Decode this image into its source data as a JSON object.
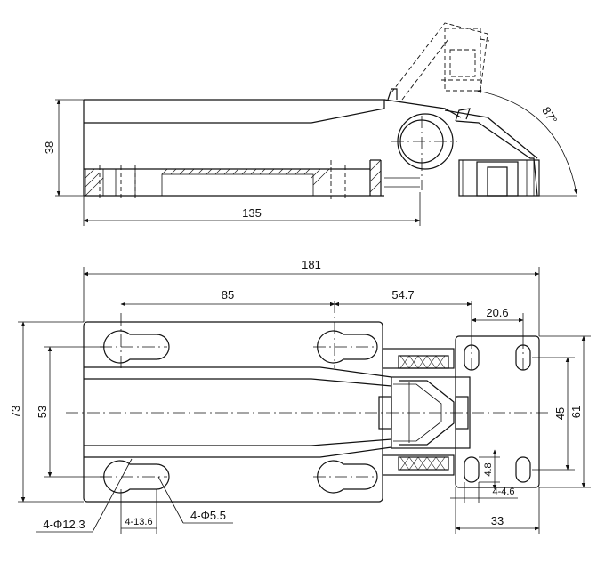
{
  "side_view": {
    "height": "38",
    "length": "135",
    "angle": "87°"
  },
  "top_view": {
    "overall_length": "181",
    "hole_spacing": "85",
    "offset": "54.7",
    "plate_hole_spacing": "20.6",
    "overall_height": "73",
    "inner_height": "53",
    "plate_hole_spacing_v": "45",
    "plate_height": "61",
    "slot_length": "4.8",
    "slot_callout": "4-4.6",
    "plate_width": "33",
    "keyhole_callout": "4-Φ12.3",
    "slot_len_callout": "4-13.6",
    "small_hole_callout": "4-Φ5.5"
  }
}
